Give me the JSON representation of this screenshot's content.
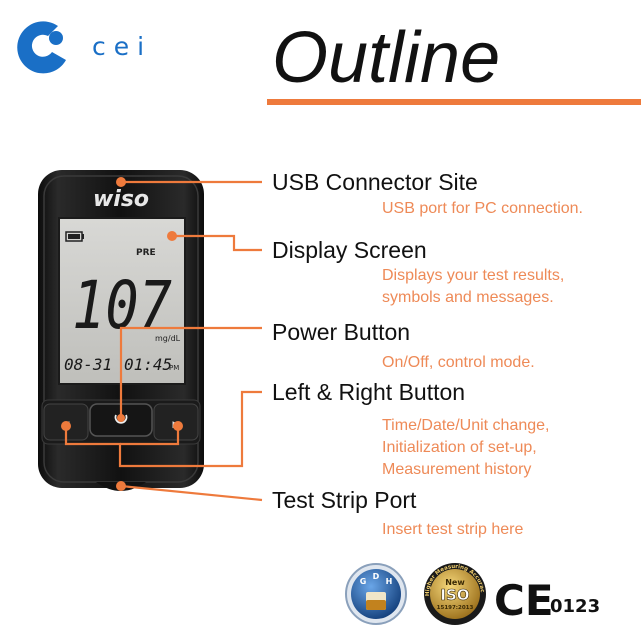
{
  "header": {
    "logo_text": "cei",
    "title": "Outline"
  },
  "device": {
    "brand": "wiso",
    "lcd": {
      "mode": "PRE",
      "reading": "107",
      "unit": "mg/dL",
      "date": "08-31",
      "time": "01:45",
      "ampm": "PM"
    }
  },
  "callouts": [
    {
      "title": "USB Connector Site",
      "desc": [
        "USB port for PC connection."
      ]
    },
    {
      "title": "Display Screen",
      "desc": [
        "Displays your test results,",
        "symbols and messages."
      ]
    },
    {
      "title": "Power Button",
      "desc": [
        "On/Off, control mode."
      ]
    },
    {
      "title": "Left & Right Button",
      "desc": [
        "Time/Date/Unit change,",
        "Initialization of set-up,",
        "Measurement history"
      ]
    },
    {
      "title": "Test Strip Port",
      "desc": [
        "Insert test strip here"
      ]
    }
  ],
  "badges": {
    "ce": "CE",
    "ce_number": "0123",
    "iso_new": "New",
    "iso": "ISO",
    "iso_std": "15197:2013",
    "iso_ring": "Higher Measuring Accuracy",
    "gdh_letters": [
      "G",
      "D",
      "H"
    ]
  },
  "colors": {
    "accent_orange": "#ee7a3c",
    "brand_blue": "#1a6fc6",
    "iso_gold": "#c9982e",
    "gdh_blue": "#1d5aa8"
  }
}
